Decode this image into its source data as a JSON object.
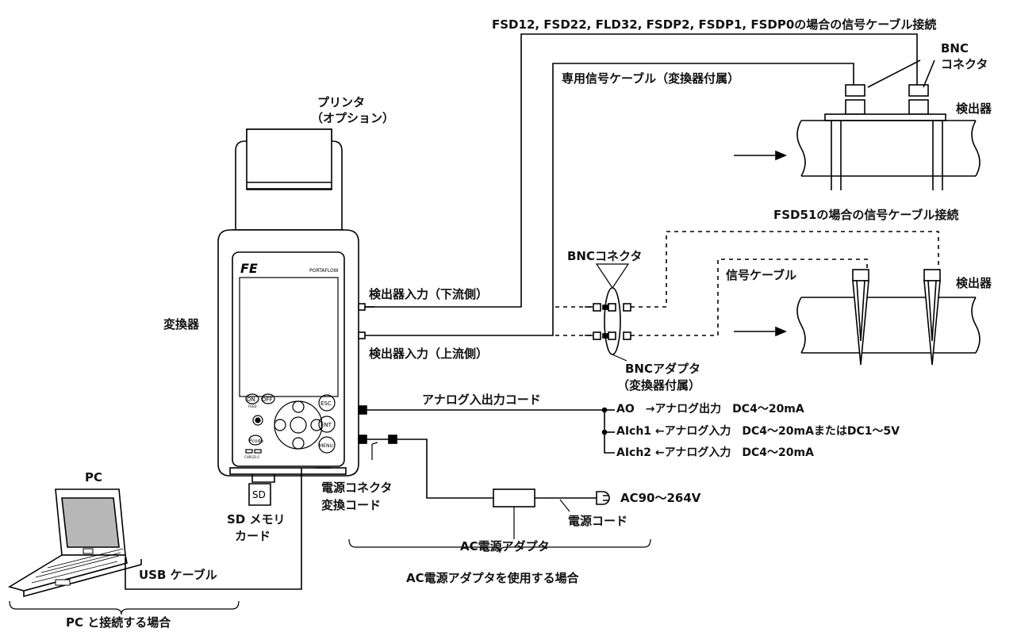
{
  "title_top": "FSD12, FSD22, FLD32, FSDP2, FSDP1, FSDP0の場合の信号ケーブル接続",
  "title_mid": "FSD51の場合の信号ケーブル接続",
  "labels": {
    "dedicated_cable": "専用信号ケーブル（変換器付属）",
    "bnc_top": [
      "BNC",
      "コネクタ"
    ],
    "detector_top": "検出器",
    "detector_bottom": "検出器",
    "signal_cable": "信号ケーブル",
    "bnc_connector_mid": "BNCコネクタ",
    "input_downstream": "検出器入力（下流側）",
    "input_upstream": "検出器入力（上流側）",
    "bnc_adapter": [
      "BNCアダプタ",
      "（変換器付属）"
    ],
    "printer": [
      "プリンタ",
      "（オプション）"
    ],
    "converter": "変換器",
    "analog_cord": "アナログ入出力コード",
    "ao": "AO　→アナログ出力　DC4〜20mA",
    "aich1": "AIch1 ←アナログ入力　DC4〜20mAまたはDC1〜5V",
    "aich2": "AIch2 ←アナログ入力　DC4〜20mA",
    "power_conv": [
      "電源コネクタ",
      "変換コード"
    ],
    "ac_voltage": "AC90〜264V",
    "power_cord": "電源コード",
    "ac_adapter": "AC電源アダプタ",
    "ac_case": "AC電源アダプタを使用する場合",
    "pc": "PC",
    "usb_cable": "USB ケーブル",
    "pc_case": "PC と接続する場合",
    "sd_card": [
      "SD メモリ",
      "カード"
    ],
    "sd_chip": "SD"
  },
  "device": {
    "logo": "FE",
    "brand": "PORTAFLOW",
    "keys": [
      "ON",
      "OFF",
      "ESC",
      "ENT",
      "MENU",
      "Pcode"
    ],
    "small_text": [
      "FEED",
      "CHRG",
      "D.S"
    ]
  }
}
